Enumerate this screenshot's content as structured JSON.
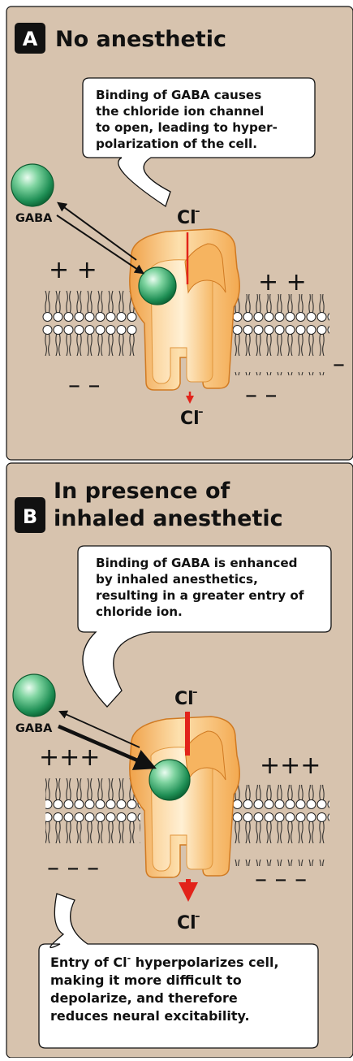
{
  "colors": {
    "background": "#d7c3ae",
    "badge": "#111111",
    "channel_light": "#fde3b4",
    "channel_mid": "#f7b15a",
    "channel_dark": "#e08a2c",
    "gaba_light": "#d8f5e2",
    "gaba_dark": "#117a45",
    "chloride_arrow": "#e2231a"
  },
  "panel_a": {
    "badge": "A",
    "title": "No anesthetic",
    "callout_lines": [
      "Binding of GABA causes",
      "the chloride ion channel",
      "to open, leading to hyper-",
      "polarization of the cell."
    ],
    "cl_top": "Cl",
    "cl_top_sup": "–",
    "cl_bottom": "Cl",
    "cl_bottom_sup": "–",
    "gaba_label": "GABA",
    "charges_top_left": "+ +",
    "charges_top_right": "+ +",
    "charges_bottom_left": "– –",
    "charges_bottom_right": "– –",
    "charge_edge": "–"
  },
  "panel_b": {
    "badge": "B",
    "title_line1": "In presence of",
    "title_line2": "inhaled anesthetic",
    "callout_lines": [
      "Binding of GABA is enhanced",
      "by inhaled anesthetics,",
      "resulting in a greater entry of",
      "chloride ion."
    ],
    "cl_top": "Cl",
    "cl_top_sup": "–",
    "cl_bottom": "Cl",
    "cl_bottom_sup": "–",
    "gaba_label": "GABA",
    "charges_top_left": "+++",
    "charges_top_right": "+++",
    "charges_bottom_left": "– – –",
    "charges_bottom_right": "– – –",
    "bottom_callout_lines": [
      "Entry of Cl",
      " hyperpolarizes cell,",
      "making it more difficult to",
      "depolarize, and therefore",
      "reduces neural excitability."
    ],
    "bottom_callout_sup": "-"
  }
}
